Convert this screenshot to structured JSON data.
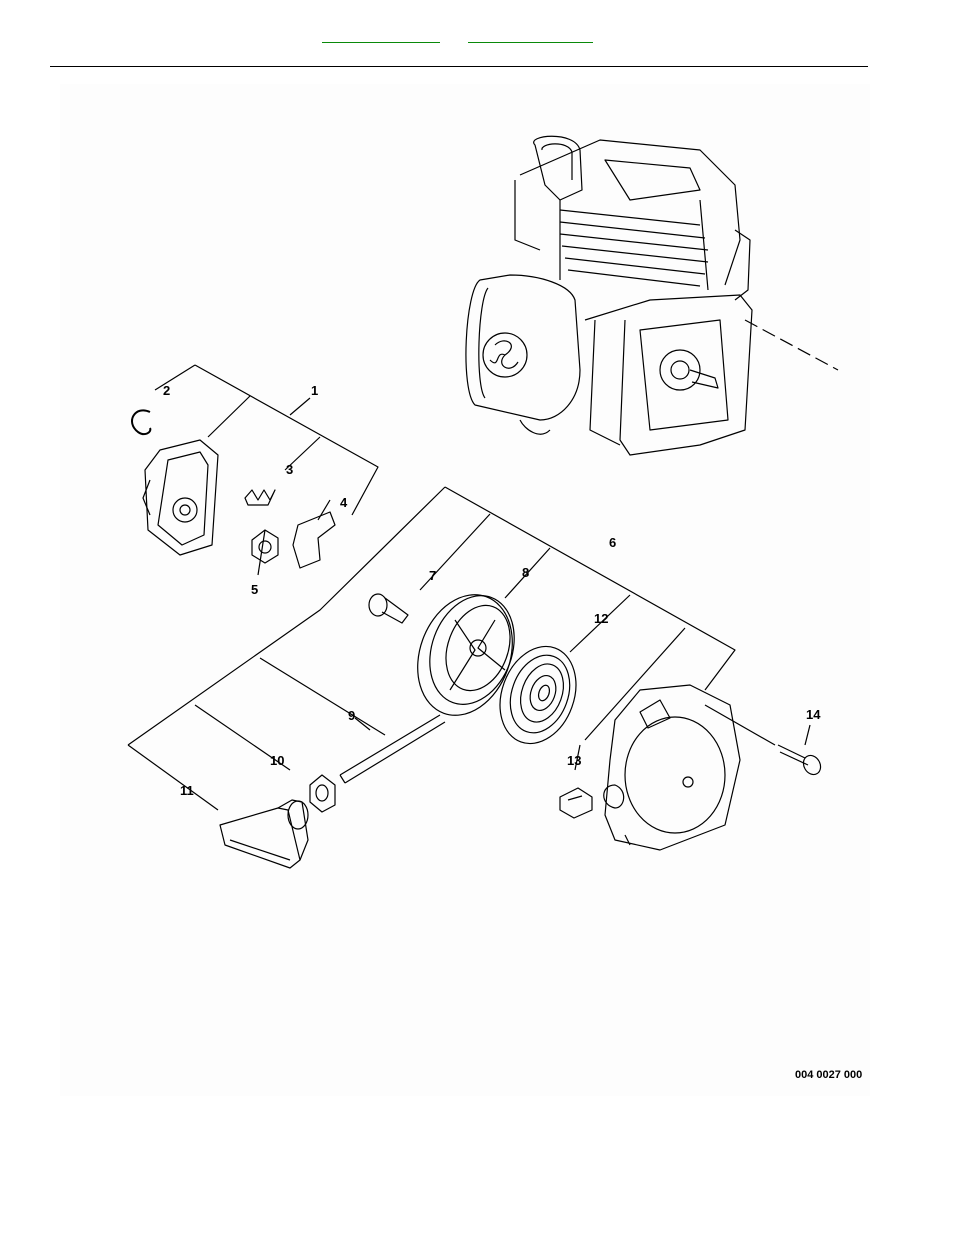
{
  "header": {
    "links": [
      "",
      ""
    ]
  },
  "diagram": {
    "callouts": [
      "1",
      "2",
      "3",
      "4",
      "5",
      "6",
      "7",
      "8",
      "9",
      "10",
      "11",
      "12",
      "13",
      "14"
    ],
    "drawing_code": "004 0027 000"
  },
  "colors": {
    "link_underline": "#0a8a0a",
    "line": "#000000"
  }
}
